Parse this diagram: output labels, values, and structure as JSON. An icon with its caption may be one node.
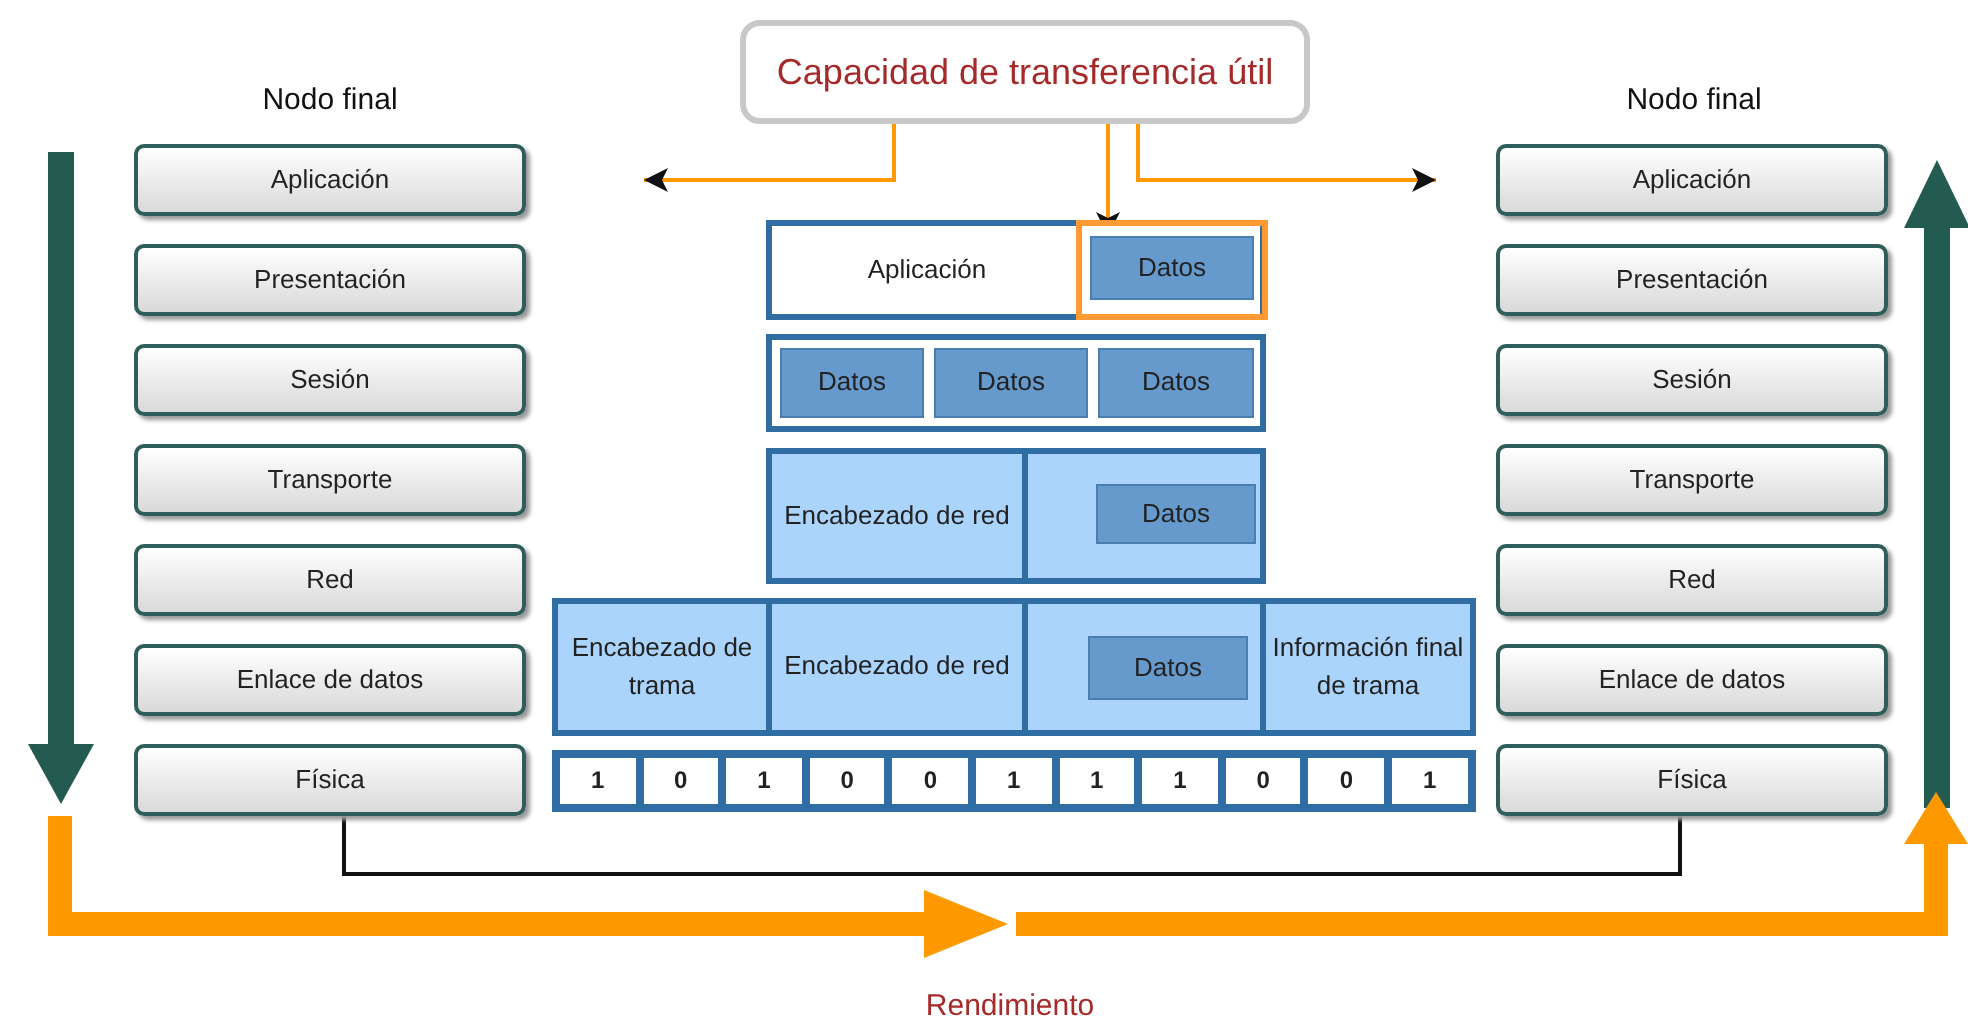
{
  "diagram": {
    "nodes": [
      {
        "text": [
          "Capacidad de transferencia útil"
        ]
      },
      {
        "text": [
          "Aplicación"
        ]
      },
      {
        "text": [
          "Presentación"
        ]
      },
      {
        "text": [
          "Sesión"
        ]
      },
      {
        "text": [
          "Transporte"
        ]
      },
      {
        "text": [
          "Red"
        ]
      },
      {
        "text": [
          "Enlace de datos"
        ]
      },
      {
        "text": [
          "Física"
        ]
      },
      {
        "text": [
          "Aplicación"
        ]
      },
      {
        "text": [
          "Presentación"
        ]
      },
      {
        "text": [
          "Sesión"
        ]
      },
      {
        "text": [
          "Transporte"
        ]
      },
      {
        "text": [
          "Red"
        ]
      },
      {
        "text": [
          "Enlace de datos"
        ]
      },
      {
        "text": [
          "Física"
        ]
      },
      {
        "text": [
          "Aplicación"
        ]
      },
      {
        "text": [
          "Datos"
        ],
        "in": 15
      },
      {
        "text": [],
        "shape": "box"
      },
      {
        "text": [
          "Datos"
        ],
        "in": 17
      },
      {
        "text": [
          "Datos"
        ],
        "in": 17
      },
      {
        "text": [
          "Datos"
        ],
        "in": 17
      },
      {
        "text": [],
        "shape": "box"
      },
      {
        "text": [
          "Encabezado de red"
        ],
        "in": 21
      },
      {
        "text": [
          "Datos"
        ],
        "in": 21
      },
      {
        "text": [],
        "shape": "box"
      },
      {
        "text": [
          "Encabezado de trama"
        ],
        "in": 24
      },
      {
        "text": [
          "Encabezado de red"
        ],
        "in": 24
      },
      {
        "text": [
          "Datos"
        ],
        "in": 24
      },
      {
        "text": [
          "Información final de trama"
        ],
        "in": 24
      },
      {
        "text": [],
        "shape": "box"
      },
      {
        "text": [
          "1"
        ],
        "in": 29
      },
      {
        "text": [
          "0"
        ],
        "in": 29
      },
      {
        "text": [
          "1"
        ],
        "in": 29
      },
      {
        "text": [
          "0"
        ],
        "in": 29
      },
      {
        "text": [
          "0"
        ],
        "in": 29
      },
      {
        "text": [
          "1"
        ],
        "in": 29
      },
      {
        "text": [
          "1"
        ],
        "in": 29
      },
      {
        "text": [
          "1"
        ],
        "in": 29
      },
      {
        "text": [
          "0"
        ],
        "in": 29
      },
      {
        "text": [
          "0"
        ],
        "in": 29
      },
      {
        "text": [
          "1"
        ],
        "in": 29
      }
    ],
    "edges": [
      {
        "from": 0,
        "to": null,
        "arrow": "to"
      },
      {
        "from": 0,
        "to": 16,
        "arrow": "to"
      },
      {
        "from": 0,
        "to": null,
        "arrow": "to"
      },
      {
        "from": 7,
        "to": 14,
        "arrow": "none",
        "color": "#111111"
      }
    ],
    "labels": [
      "Nodo final",
      "Nodo final",
      "Rendimiento"
    ]
  }
}
